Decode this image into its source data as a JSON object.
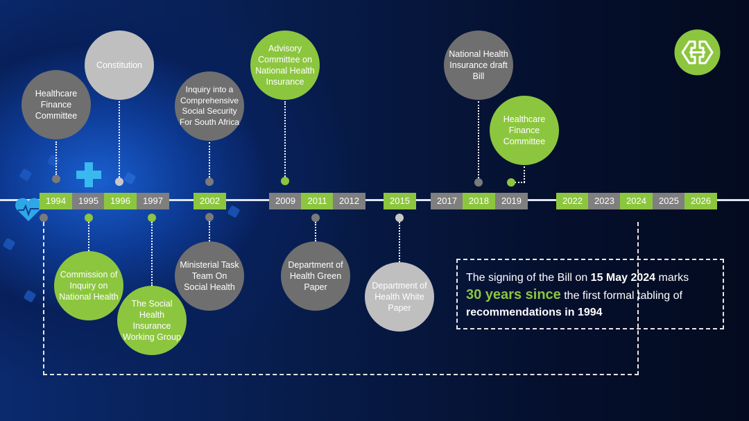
{
  "years": [
    "1994",
    "1995",
    "1996",
    "1997",
    "2002",
    "2009",
    "2011",
    "2012",
    "2015",
    "2017",
    "2018",
    "2019",
    "2022",
    "2023",
    "2024",
    "2025",
    "2026"
  ],
  "events_above": [
    {
      "year": "1994",
      "label": "Healthcare Finance Committee"
    },
    {
      "year": "1996",
      "label": "Constitution"
    },
    {
      "year": "2002",
      "label": "Inquiry into a Comprehensive Social Security For South Africa"
    },
    {
      "year": "2009",
      "label": "Advisory Committee on National Health Insurance"
    },
    {
      "year": "2018",
      "label": "National Health Insurance draft Bill"
    },
    {
      "year": "2019",
      "label": "Healthcare Finance Committee"
    }
  ],
  "events_below": [
    {
      "year": "1995",
      "label": "Commission of Inquiry on National Health"
    },
    {
      "year": "1997",
      "label": "The Social Health Insurance Working Group"
    },
    {
      "year": "2002",
      "label": "Ministerial Task Team On Social Health"
    },
    {
      "year": "2011",
      "label": "Department of Health Green Paper"
    },
    {
      "year": "2015",
      "label": "Department of Health White Paper"
    }
  ],
  "note": {
    "t1": "The signing of the Bill on ",
    "t2": "15 May 2024",
    "t3": " marks",
    "t4": "30 years since",
    "t5": " the first formal tabling of",
    "t6": "recommendations in 1994"
  },
  "colors": {
    "green": "#8cc63f",
    "gray": "#7f7f7f",
    "navy": "#050f2c"
  }
}
